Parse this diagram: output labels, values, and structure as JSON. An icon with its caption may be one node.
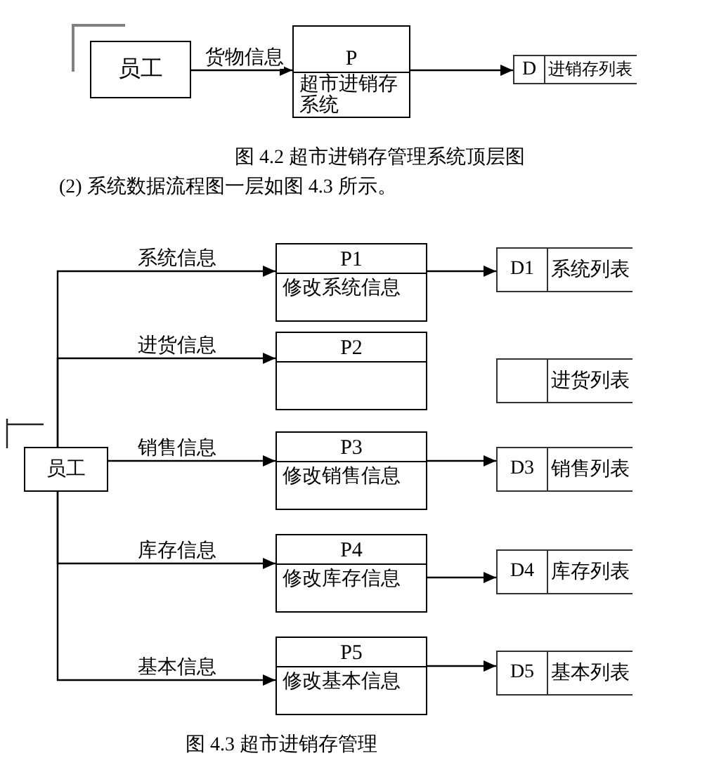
{
  "diagram": {
    "nodes": [
      {
        "text": [
          "员工"
        ]
      },
      {
        "text": [
          "P",
          "超市进销存系统"
        ]
      },
      {
        "text": [
          "D",
          "进销存列表"
        ]
      },
      {
        "text": [
          "员工"
        ]
      },
      {
        "text": [
          "P1",
          "修改系统信息"
        ]
      },
      {
        "text": [
          "D1",
          "系统列表"
        ]
      },
      {
        "text": [
          "P2"
        ]
      },
      {
        "text": [
          "进货列表"
        ]
      },
      {
        "text": [
          "P3",
          "修改销售信息"
        ]
      },
      {
        "text": [
          "D3",
          "销售列表"
        ]
      },
      {
        "text": [
          "P4",
          "修改库存信息"
        ]
      },
      {
        "text": [
          "D4",
          "库存列表"
        ]
      },
      {
        "text": [
          "P5",
          "修改基本信息"
        ]
      },
      {
        "text": [
          "D5",
          "基本列表"
        ]
      }
    ],
    "edges": [
      {
        "from": 0,
        "to": 1,
        "arrow": "to",
        "label": "货物信息"
      },
      {
        "from": 1,
        "to": 2,
        "arrow": "to"
      },
      {
        "from": 3,
        "to": 4,
        "arrow": "to",
        "label": "系统信息"
      },
      {
        "from": 4,
        "to": 5,
        "arrow": "to"
      },
      {
        "from": 3,
        "to": 6,
        "arrow": "to",
        "label": "进货信息"
      },
      {
        "from": 3,
        "to": 8,
        "arrow": "to",
        "label": "销售信息"
      },
      {
        "from": 8,
        "to": 9,
        "arrow": "to"
      },
      {
        "from": 3,
        "to": 10,
        "arrow": "to",
        "label": "库存信息"
      },
      {
        "from": 10,
        "to": 11,
        "arrow": "to"
      },
      {
        "from": 3,
        "to": 12,
        "arrow": "to",
        "label": "基本信息"
      },
      {
        "from": 12,
        "to": 13,
        "arrow": "to"
      }
    ],
    "labels": [
      "图 4.2 超市进销存管理系统顶层图",
      "(2) 系统数据流程图一层如图 4.3 所示。",
      "图 4.3 超市进销存管理"
    ]
  }
}
